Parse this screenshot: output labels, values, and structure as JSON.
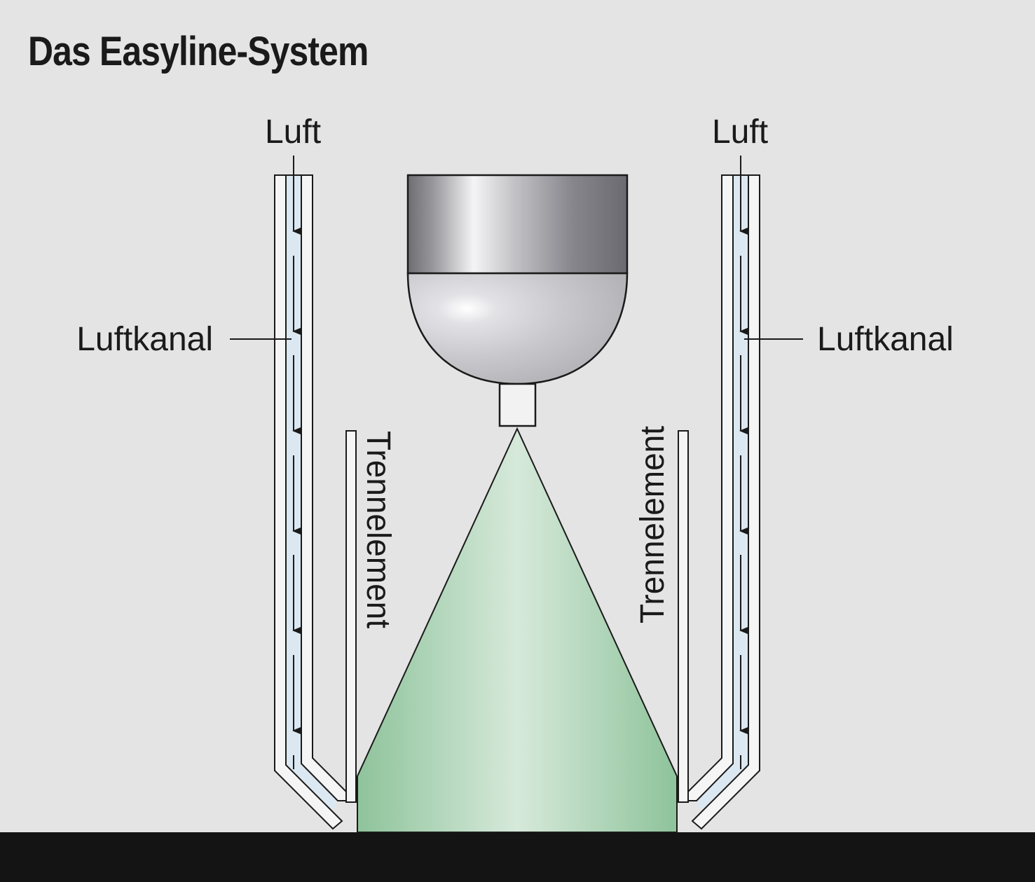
{
  "title": "Das Easyline-System",
  "labels": {
    "air_left": "Luft",
    "air_right": "Luft",
    "channel_left": "Luftkanal",
    "channel_right": "Luftkanal",
    "separator_left": "Trennelement",
    "separator_right": "Trennelement"
  },
  "colors": {
    "background": "#e4e4e4",
    "channel_fill": "#dbe8f1",
    "spray_cone": "#9fcca8",
    "floor": "#141414",
    "nozzle_body": "#7a7a80"
  }
}
